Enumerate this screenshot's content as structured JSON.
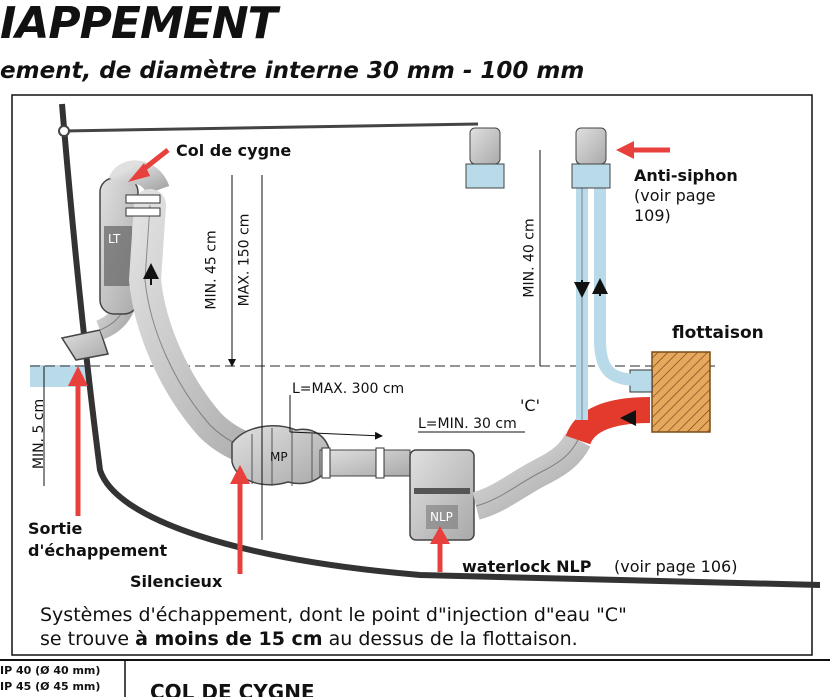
{
  "header": {
    "title": "IAPPEMENT",
    "subtitle": "ement, de diamètre interne 30 mm - 100 mm"
  },
  "labels": {
    "col_de_cygne": "Col de cygne",
    "anti_siphon": "Anti-siphon",
    "anti_siphon_ref_1": "(voir page",
    "anti_siphon_ref_2": "109)",
    "flottaison": "flottaison",
    "min_45": "MIN. 45 cm",
    "max_150": "MAX. 150 cm",
    "min_40": "MIN. 40 cm",
    "l_max_300": "L=MAX. 300 cm",
    "l_min_30": "L=MIN. 30 cm",
    "c_point": "'C'",
    "min_5": "MIN. 5 cm",
    "lt": "LT",
    "mp": "MP",
    "nlp": "NLP",
    "sortie_1": "Sortie",
    "sortie_2": "d'échappement",
    "silencieux": "Silencieux",
    "waterlock": "waterlock NLP",
    "waterlock_ref": "(voir page 106)"
  },
  "caption": {
    "line1": "Systèmes d'échappement, dont le point d\"injection d\"eau \"C\"",
    "line2_pre": "se trouve ",
    "line2_bold": "à moins de 15 cm",
    "line2_post": " au dessus de la flottaison."
  },
  "footer": {
    "ref_1": "IP 40 (Ø 40 mm)",
    "ref_2": "IP 45 (Ø 45 mm)",
    "section_title": "COL DE CYGNE"
  },
  "colors": {
    "arrow_red": "#e8413d",
    "water_blue": "#b9dbe9",
    "pipe_gray": "#c9c9c9",
    "hot_pipe_red": "#e23a2c",
    "engine_orange": "#e0a45a"
  }
}
